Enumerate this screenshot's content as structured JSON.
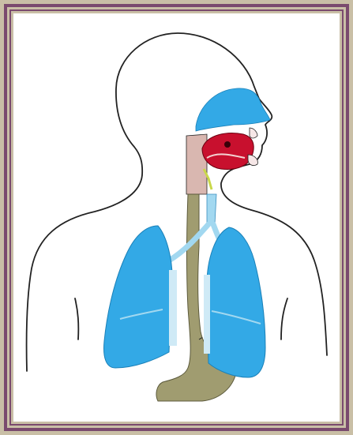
{
  "figure": {
    "subject": "respiratory-system",
    "parts": [
      {
        "name": "nasal-cavity",
        "color": "#33a9e6"
      },
      {
        "name": "oral-cavity",
        "color": "#c8102e"
      },
      {
        "name": "pharynx",
        "color": "#d9b7b0"
      },
      {
        "name": "trachea",
        "color": "#a2d8f0"
      },
      {
        "name": "esophagus",
        "color": "#a09c70"
      },
      {
        "name": "stomach",
        "color": "#a09c70"
      },
      {
        "name": "left-lung",
        "color": "#33a9e6"
      },
      {
        "name": "right-lung",
        "color": "#33a9e6"
      }
    ]
  },
  "colors": {
    "outer_frame": "#c9bfa6",
    "inner_border": "#7a4a6e",
    "background": "#ffffff",
    "outline": "#222222",
    "lung": "#33a9e6",
    "airway_light": "#a2d8f0",
    "gut": "#a09c70",
    "oral": "#c8102e",
    "throat": "#d9b7b0"
  }
}
